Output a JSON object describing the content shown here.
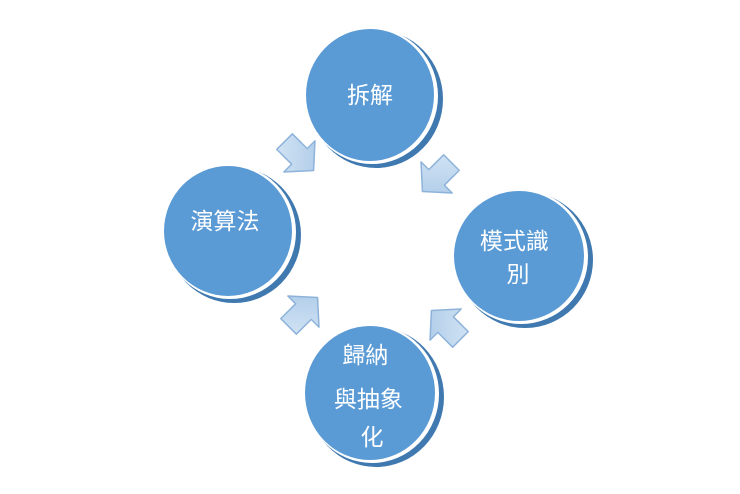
{
  "colors": {
    "node_fill": "#5b9bd5",
    "node_edge": "#3f79b0",
    "node_rim": "#ffffff",
    "arrow_fill": "#b9d3ec",
    "arrow_stroke": "#8db3da",
    "label": "#ffffff"
  },
  "nodes": {
    "decomposition": {
      "lines": [
        "拆解"
      ]
    },
    "pattern": {
      "lines": [
        "模式識",
        "別"
      ]
    },
    "abstraction": {
      "lines": [
        "歸納",
        "與抽象",
        "化"
      ]
    },
    "algorithm": {
      "lines": [
        "演算法"
      ]
    }
  },
  "arrows": [
    {
      "from": "decomposition",
      "to": "pattern",
      "direction": "down-right"
    },
    {
      "from": "pattern",
      "to": "abstraction",
      "direction": "down-left"
    },
    {
      "from": "abstraction",
      "to": "algorithm",
      "direction": "up-left"
    },
    {
      "from": "algorithm",
      "to": "decomposition",
      "direction": "up-right"
    }
  ]
}
